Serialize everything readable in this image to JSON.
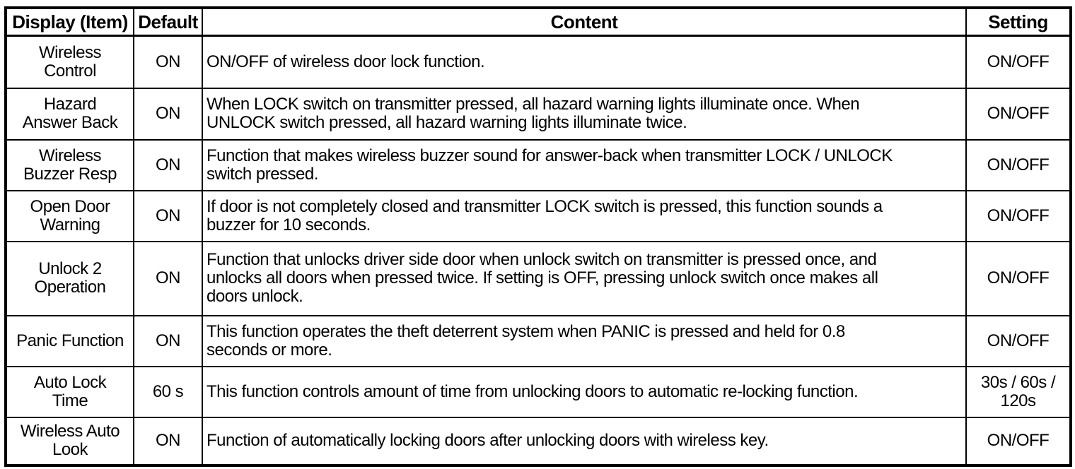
{
  "table": {
    "headers": {
      "display_item": "Display (Item)",
      "default": "Default",
      "content": "Content",
      "setting": "Setting"
    },
    "rows": [
      {
        "item": "Wireless\nControl",
        "default": "ON",
        "content": "ON/OFF of wireless door lock function.",
        "setting": "ON/OFF"
      },
      {
        "item": "Hazard\nAnswer Back",
        "default": "ON",
        "content": "When LOCK switch on transmitter pressed, all hazard warning lights illuminate once. When\nUNLOCK switch pressed, all hazard warning lights illuminate twice.",
        "setting": "ON/OFF"
      },
      {
        "item": "Wireless\nBuzzer Resp",
        "default": "ON",
        "content": "Function that makes wireless buzzer sound for answer-back when transmitter LOCK / UNLOCK\nswitch pressed.",
        "setting": "ON/OFF"
      },
      {
        "item": "Open Door\nWarning",
        "default": "ON",
        "content": "If door is not completely closed and transmitter LOCK switch is pressed, this function sounds a\nbuzzer for 10 seconds.",
        "setting": "ON/OFF"
      },
      {
        "item": "Unlock 2\nOperation",
        "default": "ON",
        "content": "Function that unlocks driver side door when unlock switch on transmitter is pressed once, and\nunlocks all doors when pressed twice. If setting is OFF, pressing unlock switch once makes all\ndoors unlock.",
        "setting": "ON/OFF"
      },
      {
        "item": "Panic Function",
        "default": "ON",
        "content": "This function operates the theft deterrent system when PANIC is pressed and held for 0.8\nseconds or more.",
        "setting": "ON/OFF"
      },
      {
        "item": "Auto Lock\nTime",
        "default": "60 s",
        "content": "This function controls amount of time from unlocking doors to automatic re-locking function.",
        "setting": "30s / 60s /\n120s"
      },
      {
        "item": "Wireless Auto\nLook",
        "default": "ON",
        "content": "Function of automatically locking doors after unlocking doors with wireless key.",
        "setting": "ON/OFF"
      }
    ]
  },
  "colors": {
    "border": "#000000",
    "text": "#000000",
    "background": "#ffffff"
  }
}
